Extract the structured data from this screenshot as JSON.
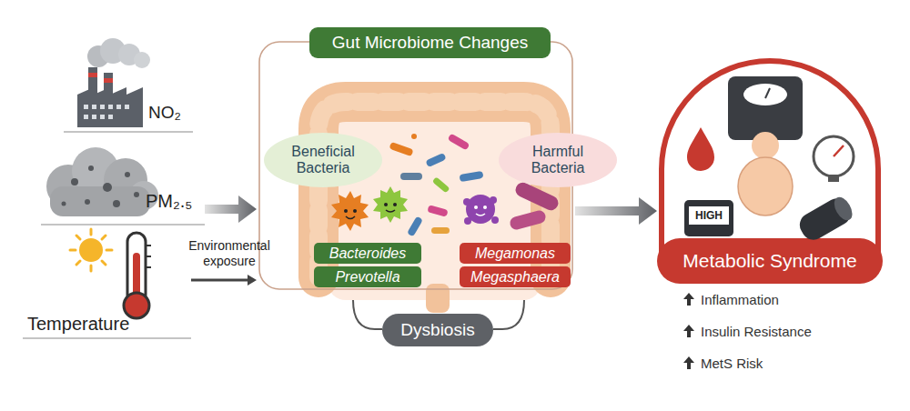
{
  "diagram": {
    "nodes": [
      {
        "text": [
          "NO₂"
        ]
      },
      {
        "text": [
          "PM₂.₅"
        ]
      },
      {
        "text": [
          "Temperature"
        ]
      },
      {
        "text": [
          "Gut Microbiome Changes"
        ]
      },
      {
        "text": [
          "Beneficial Bacteria"
        ],
        "in": 3
      },
      {
        "text": [
          "Harmful Bacteria"
        ],
        "in": 3
      },
      {
        "text": [
          "Bacteroides"
        ],
        "in": 3
      },
      {
        "text": [
          "Prevotella"
        ],
        "in": 3
      },
      {
        "text": [
          "Megamonas"
        ],
        "in": 3
      },
      {
        "text": [
          "Megasphaera"
        ],
        "in": 3
      },
      {
        "text": [
          "Dysbiosis"
        ],
        "in": 3
      },
      {
        "text": [
          "Metabolic Syndrome"
        ]
      }
    ],
    "edges": [
      {
        "from": 1,
        "to": 3,
        "arrow": "to"
      },
      {
        "from": 2,
        "to": 3,
        "label": "Environmental exposure",
        "arrow": "to"
      },
      {
        "from": 3,
        "to": 11,
        "arrow": "to"
      }
    ],
    "labels": [
      "HIGH",
      "Inflammation",
      "Insulin Resistance",
      "MetS Risk"
    ]
  }
}
